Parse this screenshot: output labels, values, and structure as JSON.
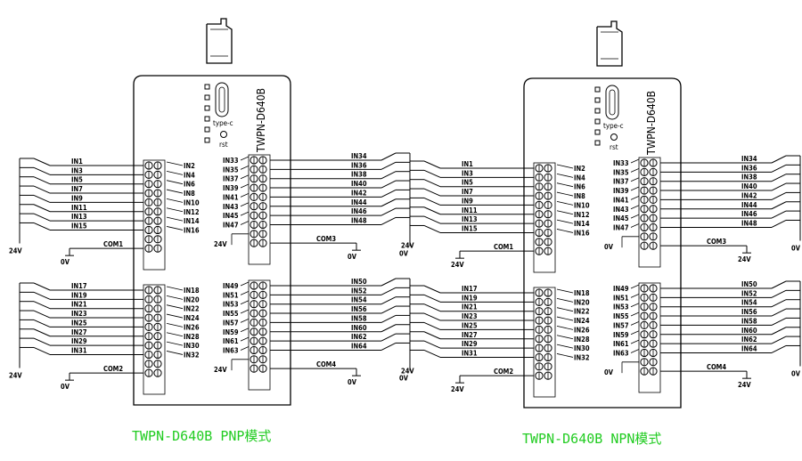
{
  "diagrams": [
    {
      "mode": "PNP",
      "caption": "TWPN-D640B PNP模式",
      "model": "TWPN-D640B",
      "usb_label": "type-c",
      "rst_label": "rst",
      "blocks": [
        {
          "left": [
            "IN1",
            "IN3",
            "IN5",
            "IN7",
            "IN9",
            "IN11",
            "IN13",
            "IN15"
          ],
          "right": [
            "IN2",
            "IN4",
            "IN6",
            "IN8",
            "IN10",
            "IN12",
            "IN14",
            "IN16"
          ],
          "com": "COM1",
          "left_supply": "24V",
          "common": "0V"
        },
        {
          "left": [
            "IN17",
            "IN19",
            "IN21",
            "IN23",
            "IN25",
            "IN27",
            "IN29",
            "IN31"
          ],
          "right": [
            "IN18",
            "IN20",
            "IN22",
            "IN24",
            "IN26",
            "IN28",
            "IN30",
            "IN32"
          ],
          "com": "COM2",
          "left_supply": "24V",
          "common": "0V"
        },
        {
          "left": [
            "IN33",
            "IN35",
            "IN37",
            "IN39",
            "IN41",
            "IN43",
            "IN45",
            "IN47"
          ],
          "right": [
            "IN34",
            "IN36",
            "IN38",
            "IN40",
            "IN42",
            "IN44",
            "IN46",
            "IN48"
          ],
          "com": "COM3",
          "right_supply": "24V",
          "common": "0V",
          "extra_supply": "24V"
        },
        {
          "left": [
            "IN49",
            "IN51",
            "IN53",
            "IN55",
            "IN57",
            "IN59",
            "IN61",
            "IN63"
          ],
          "right": [
            "IN50",
            "IN52",
            "IN54",
            "IN56",
            "IN58",
            "IN60",
            "IN62",
            "IN64"
          ],
          "com": "COM4",
          "right_supply": "24V",
          "common": "0V",
          "extra_supply": "24V"
        }
      ]
    },
    {
      "mode": "NPN",
      "caption": "TWPN-D640B NPN模式",
      "model": "TWPN-D640B",
      "usb_label": "type-c",
      "rst_label": "rst",
      "blocks": [
        {
          "left": [
            "IN1",
            "IN3",
            "IN5",
            "IN7",
            "IN9",
            "IN11",
            "IN13",
            "IN15"
          ],
          "right": [
            "IN2",
            "IN4",
            "IN6",
            "IN8",
            "IN10",
            "IN12",
            "IN14",
            "IN16"
          ],
          "com": "COM1",
          "left_supply": "0V",
          "common": "24V"
        },
        {
          "left": [
            "IN17",
            "IN19",
            "IN21",
            "IN23",
            "IN25",
            "IN27",
            "IN29",
            "IN31"
          ],
          "right": [
            "IN18",
            "IN20",
            "IN22",
            "IN24",
            "IN26",
            "IN28",
            "IN30",
            "IN32"
          ],
          "com": "COM2",
          "left_supply": "0V",
          "common": "24V"
        },
        {
          "left": [
            "IN33",
            "IN35",
            "IN37",
            "IN39",
            "IN41",
            "IN43",
            "IN45",
            "IN47"
          ],
          "right": [
            "IN34",
            "IN36",
            "IN38",
            "IN40",
            "IN42",
            "IN44",
            "IN46",
            "IN48"
          ],
          "com": "COM3",
          "right_supply": "0V",
          "common": "24V",
          "extra_supply": "0V"
        },
        {
          "left": [
            "IN49",
            "IN51",
            "IN53",
            "IN55",
            "IN57",
            "IN59",
            "IN61",
            "IN63"
          ],
          "right": [
            "IN50",
            "IN52",
            "IN54",
            "IN56",
            "IN58",
            "IN60",
            "IN62",
            "IN64"
          ],
          "com": "COM4",
          "right_supply": "0V",
          "common": "24V",
          "extra_supply": "0V"
        }
      ]
    }
  ]
}
